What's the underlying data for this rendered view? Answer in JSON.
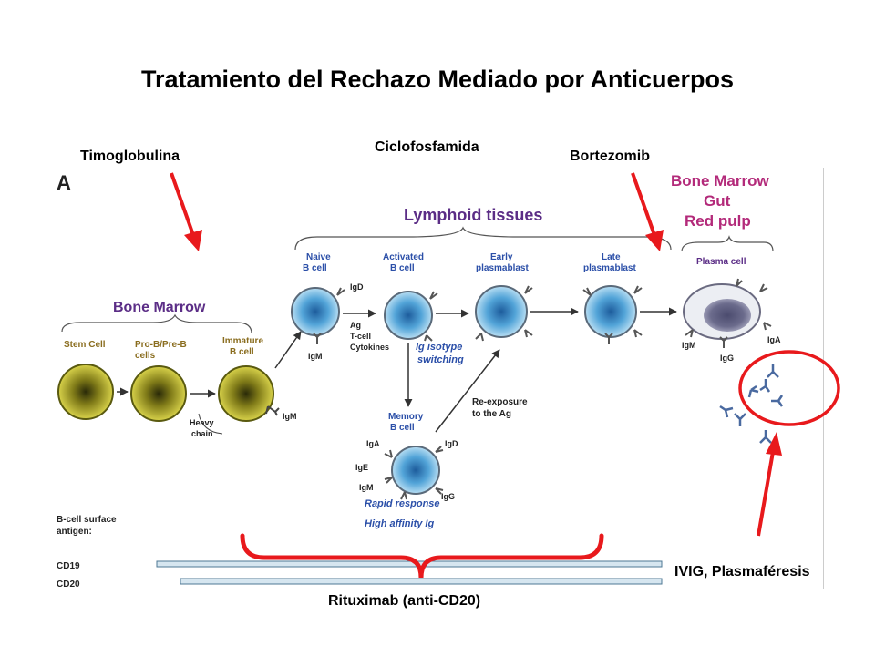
{
  "title": "Tratamiento del Rechazo Mediado por Anticuerpos",
  "drugs": {
    "timoglobulina": "Timoglobulina",
    "ciclofosfamida": "Ciclofosfamida",
    "bortezomib": "Bortezomib",
    "rituximab": "Rituximab (anti-CD20)",
    "ivig": "IVIG, Plasmaféresis"
  },
  "figure": {
    "panel_letter": "A",
    "bone_marrow_left": "Bone Marrow",
    "lymphoid_tissues": "Lymphoid tissues",
    "bone_marrow_right": "Bone Marrow",
    "gut": "Gut",
    "red_pulp": "Red pulp",
    "cells": {
      "stem": "Stem Cell",
      "pro_b_1": "Pro-B/Pre-B",
      "pro_b_2": "cells",
      "immature_1": "Immature",
      "immature_2": "B cell",
      "naive_1": "Naive",
      "naive_2": "B cell",
      "activated_1": "Activated",
      "activated_2": "B cell",
      "early_1": "Early",
      "early_2": "plasmablast",
      "late_1": "Late",
      "late_2": "plasmablast",
      "plasma": "Plasma cell",
      "memory_1": "Memory",
      "memory_2": "B cell"
    },
    "notes": {
      "heavy_1": "Heavy",
      "heavy_2": "chain",
      "ag": "Ag",
      "tcell": "T-cell",
      "cytokines": "Cytokines",
      "isotype_1": "Ig isotype",
      "isotype_2": "switching",
      "reexp_1": "Re-exposure",
      "reexp_2": "to the Ag",
      "rapid": "Rapid response",
      "affinity": "High affinity Ig"
    },
    "ig": {
      "igm_immature": "IgM",
      "igd_naive": "IgD",
      "igm_naive": "IgM",
      "igm_plasma": "IgM",
      "igg_plasma": "IgG",
      "iga_plasma": "IgA",
      "iga_mem": "IgA",
      "ige_mem": "IgE",
      "igm_mem": "IgM",
      "igd_mem": "IgD",
      "igg_mem": "IgG"
    },
    "surface_1": "B-cell surface",
    "surface_2": "antigen:",
    "cd19": "CD19",
    "cd20": "CD20"
  },
  "colors": {
    "arrow": "#e8191c",
    "bracket": "#e8191c",
    "circle": "#e8191c"
  }
}
